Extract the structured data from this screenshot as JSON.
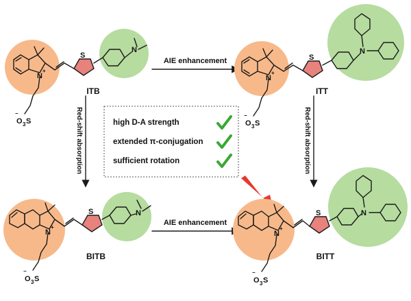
{
  "colors": {
    "donor_circle": "#b6dc9f",
    "acceptor_circle": "#f7b98a",
    "thiophene_fill": "#e7827c",
    "check_green": "#3aa835",
    "highlight_arrow": "#e53a30",
    "box_border": "#555555"
  },
  "molecules": {
    "itb": {
      "label": "ITB"
    },
    "itt": {
      "label": "ITT"
    },
    "bitb": {
      "label": "BITB"
    },
    "bitt": {
      "label": "BITT"
    }
  },
  "arrows": {
    "top": "AIE enhancement",
    "bottom": "AIE enhancement",
    "left": "Red-shift absorption",
    "right": "Red-shift absorption"
  },
  "features": {
    "items": [
      {
        "label": "high D-A strength",
        "icon": "check-icon"
      },
      {
        "label": "extended π-conjugation",
        "icon": "check-icon"
      },
      {
        "label": "sufficient rotation",
        "icon": "check-icon"
      }
    ]
  },
  "atoms": {
    "sulfur": "S",
    "nitrogen": "N",
    "plus": "+",
    "minus": "−",
    "sulfonate_o3": "O",
    "sulfonate_sub": "3",
    "sulfonate_s": "S"
  }
}
